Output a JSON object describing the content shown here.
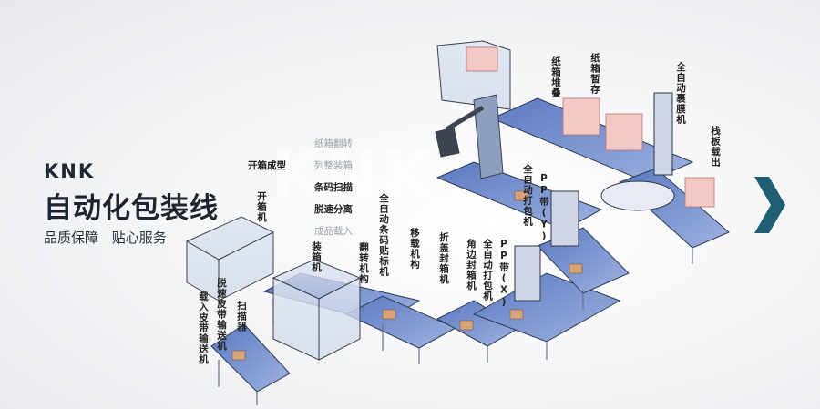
{
  "brand": {
    "logo_text": "KNK",
    "headline": "自动化包装线",
    "taglines": [
      "品质保障",
      "贴心服务"
    ]
  },
  "process_steps": [
    "纸箱翻转",
    "列整装箱",
    "条码扫描",
    "脱速分离",
    "成品载入"
  ],
  "machine_labels": {
    "box_erector": "开箱成型",
    "case_opener": "开箱机",
    "case_packer": "装箱机",
    "infeed_conveyor": "载入皮带输送机",
    "speed_belt": "脱速皮带输送机",
    "scanner": "扫描器",
    "turning": "翻转机构",
    "barcode_labeler": "全自动条码贴标机",
    "transfer": "移载机构",
    "folding_sealer": "折盖封箱机",
    "corner_sealer": "角边封箱机",
    "strap_x": "全自动打包机",
    "strap_x_tag": "PP带(X)",
    "strap_y": "全自动打包机",
    "strap_y_tag": "PP带(Y)",
    "palletizing": "纸箱堆叠",
    "buffer": "纸箱暂存",
    "wrapper": "全自动裹膜机",
    "pallet_out": "栈板载出"
  },
  "watermark": "KNK"
}
